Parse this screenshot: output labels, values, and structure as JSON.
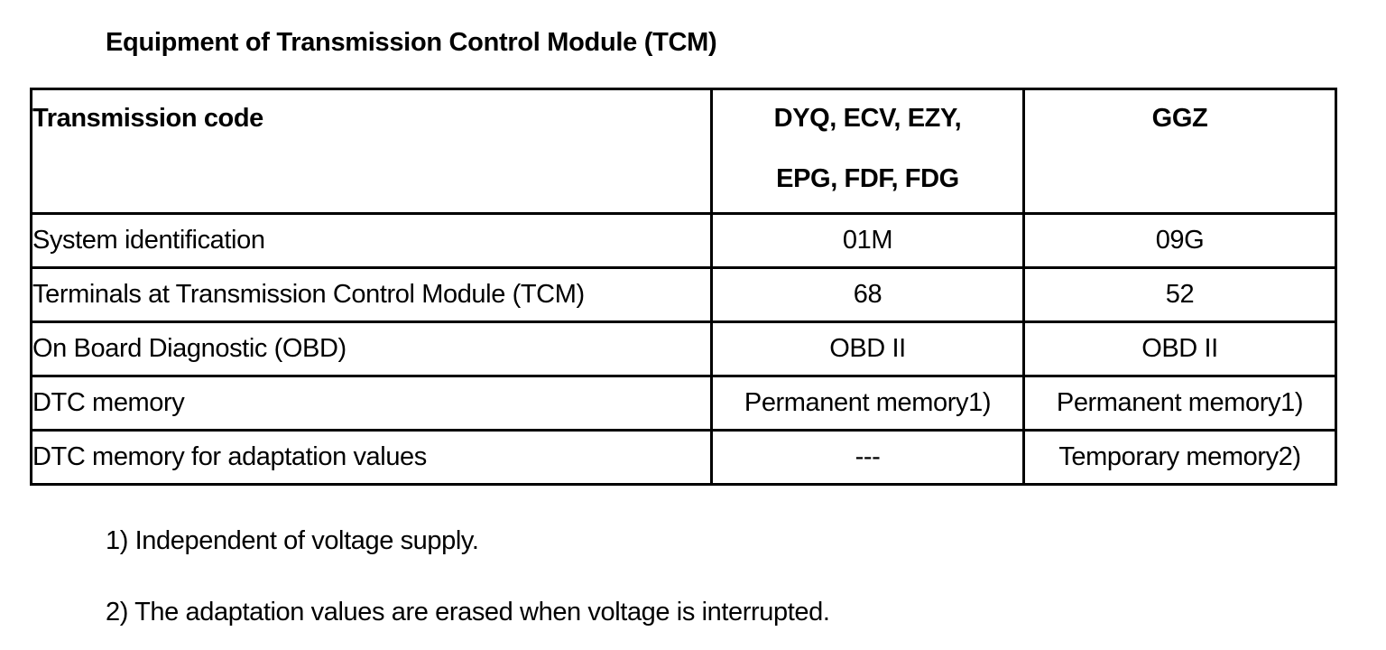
{
  "title": "Equipment of Transmission Control Module (TCM)",
  "table": {
    "header": {
      "label": "Transmission code",
      "col2_line1": "DYQ, ECV, EZY,",
      "col2_line2": "EPG, FDF, FDG",
      "col3": "GGZ"
    },
    "rows": [
      {
        "label": "System identification",
        "col2": "01M",
        "col3": "09G"
      },
      {
        "label": "Terminals at Transmission Control Module (TCM)",
        "col2": "68",
        "col3": "52"
      },
      {
        "label": "On Board Diagnostic (OBD)",
        "col2": "OBD II",
        "col3": "OBD II"
      },
      {
        "label": "DTC memory",
        "col2": "Permanent memory1)",
        "col3": "Permanent memory1)"
      },
      {
        "label": "DTC memory for adaptation values",
        "col2": "---",
        "col3": "Temporary memory2)"
      }
    ]
  },
  "footnotes": [
    "1) Independent of voltage supply.",
    "2) The adaptation values are erased when voltage is interrupted."
  ]
}
